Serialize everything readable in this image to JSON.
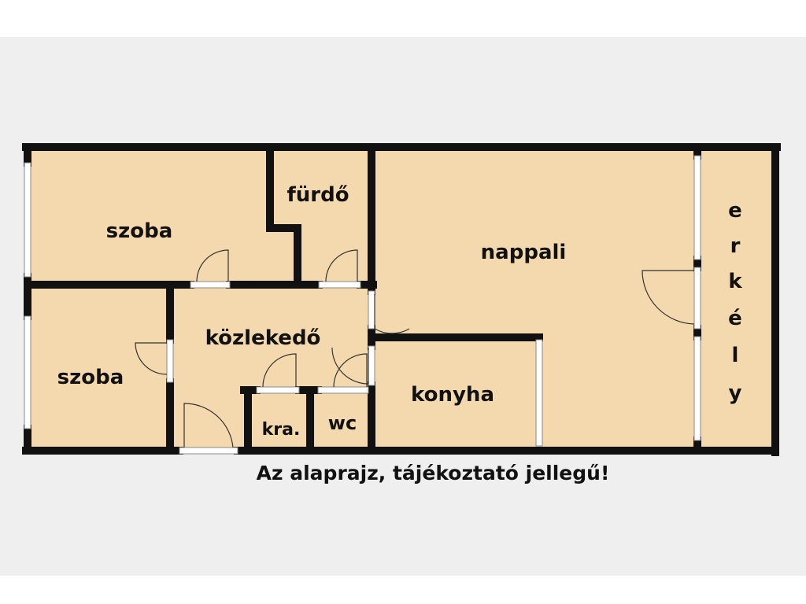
{
  "colors": {
    "page": "#ffffff",
    "band": "#efefef",
    "floor": "#f5d9ae",
    "wall": "#111111",
    "door_swing": "#333333",
    "window_frame": "#888888"
  },
  "rooms": {
    "szoba_top": "szoba",
    "furdo": "fürdő",
    "nappali": "nappali",
    "szoba_bottom": "szoba",
    "kozlekedo": "közlekedő",
    "konyha": "konyha",
    "kamra": "kra.",
    "wc": "wc",
    "erkely": [
      "e",
      "r",
      "k",
      "é",
      "l",
      "y"
    ]
  },
  "caption": "Az alaprajz, tájékoztató jellegű!"
}
